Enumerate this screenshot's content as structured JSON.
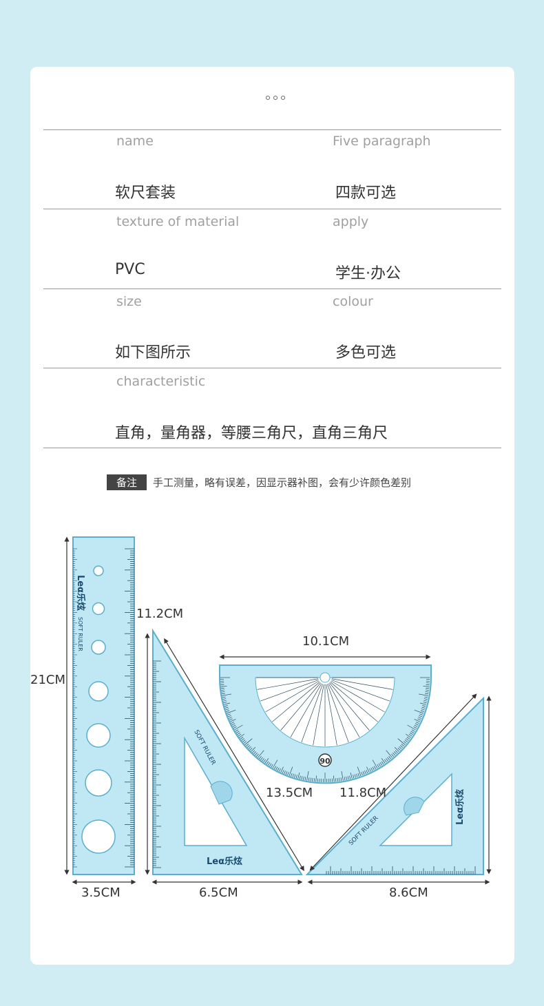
{
  "specs": {
    "rows": [
      {
        "label_left": "name",
        "value_left": "软尺套装",
        "label_right": "Five paragraph",
        "value_right": "四款可选"
      },
      {
        "label_left": "texture of material",
        "value_left": "PVC",
        "label_right": "apply",
        "value_right": "学生·办公"
      },
      {
        "label_left": "size",
        "value_left": "如下图所示",
        "label_right": "colour",
        "value_right": "多色可选"
      },
      {
        "label_left": "characteristic",
        "value_left": "直角，量角器，等腰三角尺，直角三角尺"
      }
    ]
  },
  "note": {
    "tag": "备注",
    "text": "手工测量，略有误差，因显示器补图，会有少许颜色差别"
  },
  "dimensions": {
    "ruler_height": "21CM",
    "ruler_width": "3.5CM",
    "triangle1_height": "11.2CM",
    "triangle1_width": "6.5CM",
    "protractor_width": "10.1CM",
    "hyp_left": "13.5CM",
    "hyp_right": "11.8CM",
    "triangle2_width": "8.6CM"
  },
  "brand": {
    "logo": "Leα乐炫",
    "soft_ruler": "SOFT RULER"
  },
  "protractor": {
    "center": "90"
  },
  "colors": {
    "background": "#cfedf2",
    "card": "#ffffff",
    "ruler": "#a8dff0",
    "ruler_edge": "#5aaecc"
  }
}
